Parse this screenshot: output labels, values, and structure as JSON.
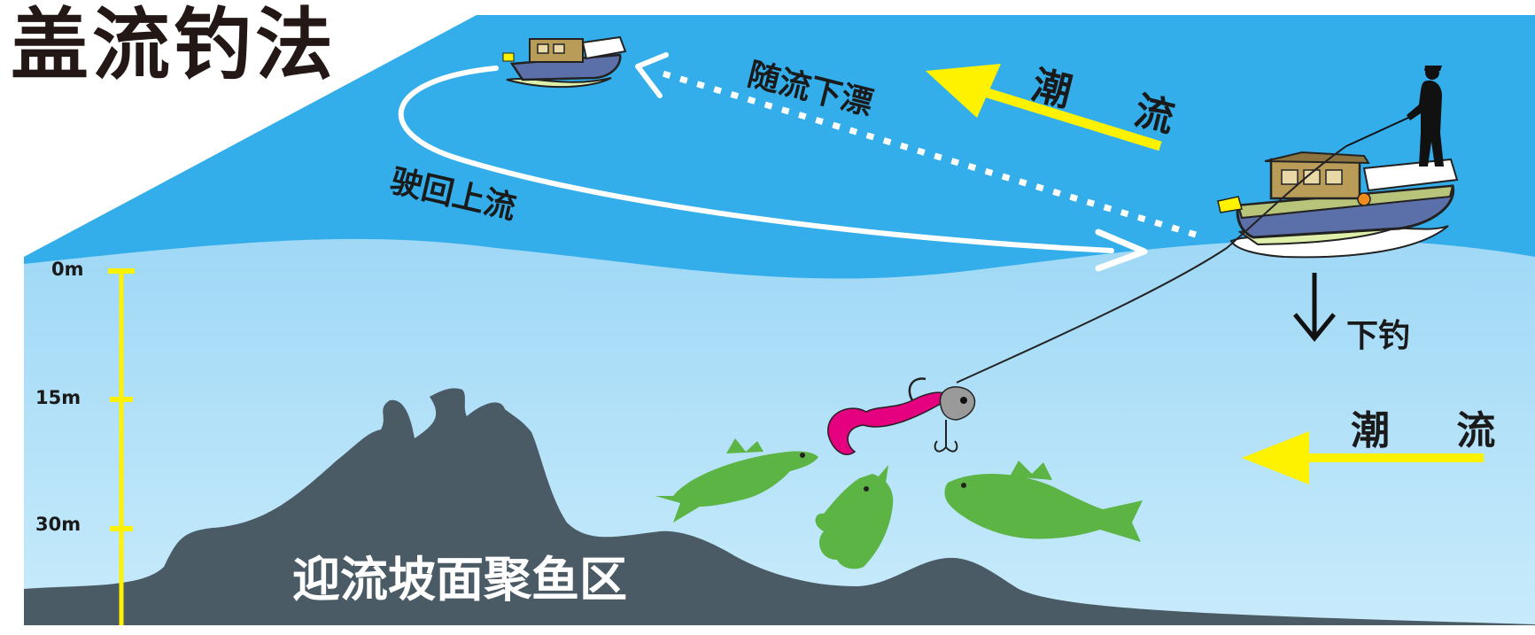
{
  "title": "盖流钓法",
  "labels": {
    "tide_top": "潮 流",
    "drift": "随流下漂",
    "return": "驶回上流",
    "drop": "下钓",
    "tide_right": "潮 流",
    "zone": "迎流坡面聚鱼区"
  },
  "depth_scale": {
    "unit": "m",
    "marks": [
      {
        "label": "0m",
        "value": 0
      },
      {
        "label": "15m",
        "value": 15
      },
      {
        "label": "30m",
        "value": 30
      }
    ]
  },
  "colors": {
    "sky_water": "#33AEEA",
    "deep_water": "#BFE6FA",
    "seabed": "#4B5B65",
    "tide_arrow": "#FFF200",
    "fish": "#5BB443",
    "lure": "#E5007F",
    "title_text": "#231815"
  }
}
